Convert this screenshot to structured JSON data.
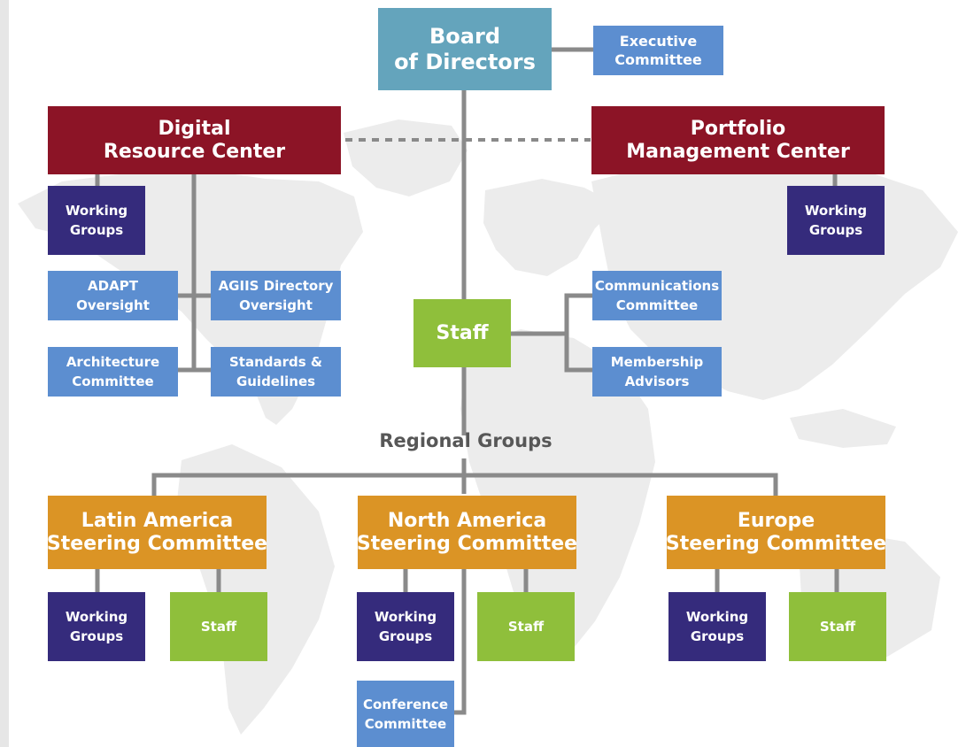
{
  "board": {
    "line1": "Board",
    "line2": "of Directors"
  },
  "executive": {
    "line1": "Executive",
    "line2": "Committee"
  },
  "digital": {
    "line1": "Digital",
    "line2": "Resource Center"
  },
  "portfolio": {
    "line1": "Portfolio",
    "line2": "Management Center"
  },
  "drc_working": {
    "line1": "Working",
    "line2": "Groups"
  },
  "pmc_working": {
    "line1": "Working",
    "line2": "Groups"
  },
  "adapt": {
    "line1": "ADAPT",
    "line2": "Oversight"
  },
  "agiis": {
    "line1": "AGIIS Directory",
    "line2": "Oversight"
  },
  "architecture": {
    "line1": "Architecture",
    "line2": "Committee"
  },
  "standards": {
    "line1": "Standards &",
    "line2": "Guidelines"
  },
  "staff_main": {
    "label": "Staff"
  },
  "communications": {
    "line1": "Communications",
    "line2": "Committee"
  },
  "membership": {
    "line1": "Membership",
    "line2": "Advisors"
  },
  "regional_heading": "Regional Groups",
  "regions": [
    {
      "name": "Latin America",
      "sub": "Steering Committee",
      "working1": "Working",
      "working2": "Groups",
      "staff": "Staff"
    },
    {
      "name": "North America",
      "sub": "Steering Committee",
      "working1": "Working",
      "working2": "Groups",
      "staff": "Staff"
    },
    {
      "name": "Europe",
      "sub": "Steering Committee",
      "working1": "Working",
      "working2": "Groups",
      "staff": "Staff"
    }
  ],
  "conference": {
    "line1": "Conference",
    "line2": "Committee"
  },
  "colors": {
    "board": "#64a4bc",
    "center": "#8c1426",
    "committee": "#5c8ed0",
    "working_groups": "#352b7c",
    "staff": "#8fbf3b",
    "regional": "#db9425",
    "connector": "#8a8a8a",
    "map": "#ececec"
  }
}
